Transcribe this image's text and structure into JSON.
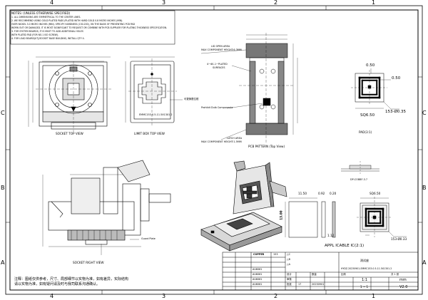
{
  "border": {
    "top_numbers": [
      "4",
      "3",
      "2",
      "1"
    ],
    "bottom_numbers": [
      "4",
      "3",
      "2",
      "1"
    ],
    "left_letters": [
      "C",
      "B",
      "A"
    ],
    "right_letters": [
      "C",
      "B",
      "A"
    ]
  },
  "notes": [
    "NOTES: (UNLESS OTHERWISE SPECIFIED)",
    "1. ALL DIMENSIONS ARE SYMMETRICAL TO THE CENTER LINES.",
    "2. WE RECOMMEND USING GOLD PLATED PADS (PLATED WITH HARD GOLD 0.8 MICRO INCHES (MIN).",
    "OVER NICKEL 3.0 MICRO INCHES (MIN). SPECIFY HARDNESS (130-200), ON THE BASIS OF PREVENTING PCB PAD",
    "WORN OUT OR DAMAGED. IT IS MOST SIGNIFICANT TO REQUEST OR COMBINE WITH PCB SUPPLIER FOR PLATING THICKNESS SPECIFICATION.",
    "3. FOR SYSTEM BOARDS, IT IS MUST TO ADD ADDITIONAL HOLES",
    "WITH PLATED PAD (FOR NO.1 ISO SCREW).",
    "4. FOR LOAD BOARD(UT)/SOCKET BASE BUILDING, INSTALL QTY 4."
  ],
  "views": {
    "socket_top": "SOCKET TOP VIEW",
    "limit_box_top": "LIMIT BOX  TOP  VIEW",
    "pcb_pattern": "PCB PATTERN  (Top View)",
    "pad": "PAD(3:1)",
    "socket_right": "SOCKET RIGHT VIEW",
    "appl": "APPL  ICABLE  IC(2:1)",
    "dp": "DP-COBBF-3.7"
  },
  "pcb_labels": {
    "lid_open": "LID OPEN AREA",
    "max_height_top": "MAX COMPONENT HEIGHT:6.3MM",
    "plated_surfaces": "4−Φ1.1−PLATED",
    "surfaces": "SURFACES",
    "prohibit": "Prohibit Dulb Components",
    "latch": "LATCH AREA",
    "max_height_bottom": "MAX COMPONENT HEIGHT:1.5MM"
  },
  "pad_dims": {
    "top": "0.50",
    "right": "0.50",
    "pitch": "153-Ø0.35",
    "size": "SQ6.50"
  },
  "ic_dims": {
    "width": "11.50",
    "gap1": "0.92",
    "gap2": "0.20",
    "height": "13.00",
    "pitch": "1.12",
    "size": "SQ6.50",
    "pads": "153-Ø0.33"
  },
  "side_labels": {
    "guard_plate": "Guard Plate",
    "limit_box_code": "EMMC153-0.5-11.5X13X1.2",
    "chinese_note": "可更换限位框"
  },
  "bottom_note": [
    "注释：图纸仅供参考，尺寸、局部细节以实物为准，如有差异，实际结构",
    "请以实物为准，如有疑问请及时与我司联系沟通确认。"
  ],
  "title_block": {
    "material_header": "COPPER",
    "qty_header": "153",
    "rev_mark": "△C",
    "rev_b": "△B",
    "rev_a": "△A",
    "codes": [
      "AU6061",
      "AU6061",
      "AU6061",
      "AU6061"
    ],
    "designed": "设计",
    "checked": "审核",
    "approved": "批准",
    "drawing_no": "HYDZ-20230901-EMMC153-0.5-11.5X13X1.2",
    "scale_label": "比例",
    "scale": "1:1",
    "unit": "mm",
    "version": "V2.0",
    "date": "20230901",
    "sheet": "1",
    "title_cn": "测试座",
    "qty": "数量",
    "sheets": "共 1 张",
    "num17": "17",
    "page": "1 − 1"
  }
}
